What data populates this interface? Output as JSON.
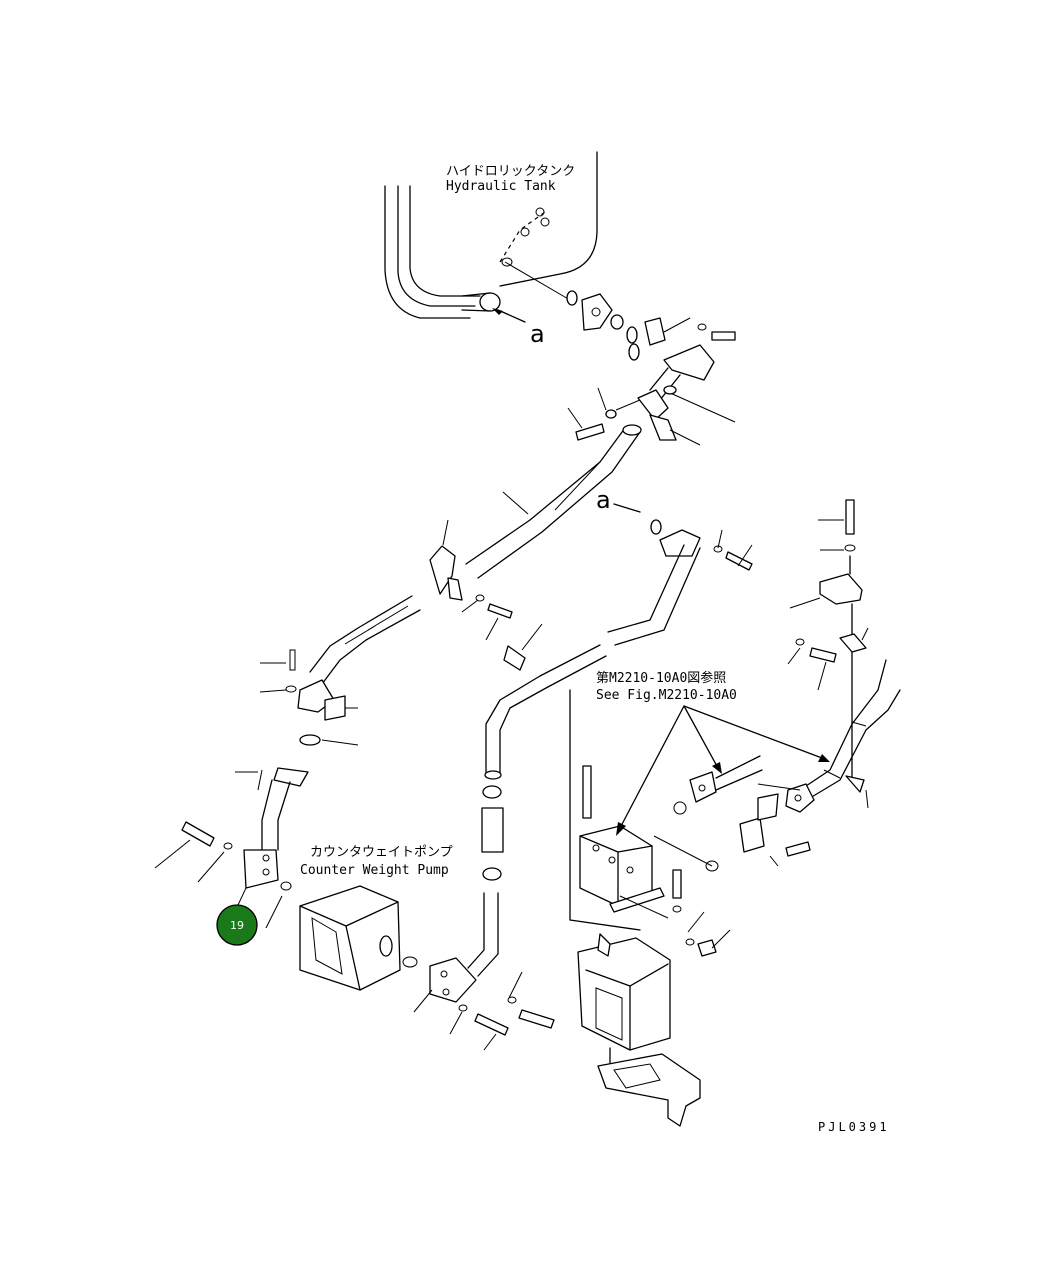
{
  "labels": {
    "tank_jp": "ハイドロリックタンク",
    "tank_en": "Hydraulic Tank",
    "pump_jp": "カウンタウェイトポンプ",
    "pump_en": "Counter Weight Pump",
    "see_fig_jp": "第M2210-10A0図参照",
    "see_fig_en": "See Fig.M2210-10A0",
    "marker_a_top": "a",
    "marker_a_mid": "a",
    "drawing_code": "PJL0391"
  },
  "callouts": [
    {
      "number": "19",
      "color": "#1a7a1a"
    }
  ]
}
